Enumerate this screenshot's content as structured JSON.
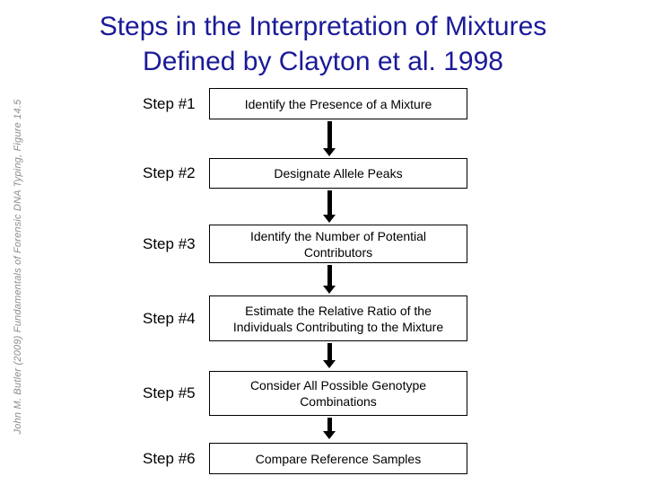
{
  "slide": {
    "title_line1": "Steps in the Interpretation of Mixtures",
    "title_line2": "Defined by Clayton et al. 1998",
    "credit": "John M. Butler (2009) Fundamentals of Forensic DNA Typing, Figure 14.5"
  },
  "flowchart": {
    "steps": [
      {
        "label": "Step #1",
        "text": "Identify the Presence of a Mixture"
      },
      {
        "label": "Step #2",
        "text": "Designate Allele Peaks"
      },
      {
        "label": "Step #3",
        "text": "Identify the Number of Potential Contributors"
      },
      {
        "label": "Step #4",
        "text": "Estimate the Relative Ratio of the Individuals Contributing to the Mixture"
      },
      {
        "label": "Step #5",
        "text": "Consider All Possible Genotype Combinations"
      },
      {
        "label": "Step #6",
        "text": "Compare Reference Samples"
      }
    ],
    "arrow_count": 5
  },
  "colors": {
    "background": "#ffffff",
    "title_text": "#1a1a99",
    "credit_text": "#8c8c8c",
    "box_border": "#000000",
    "box_text": "#000000",
    "arrow": "#000000"
  }
}
